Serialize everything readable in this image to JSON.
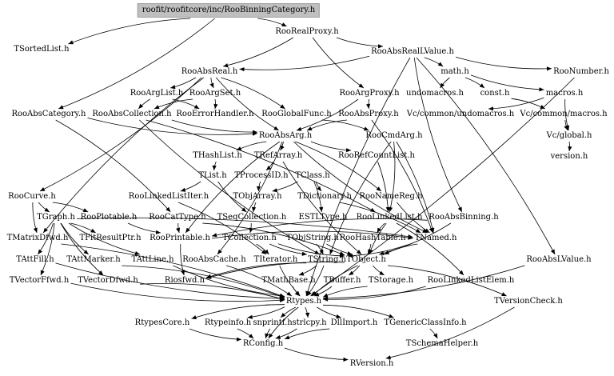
{
  "graph": {
    "root": "roofit/roofitcore/inc/RooBinningCategory.h",
    "nodes": [
      {
        "id": "root",
        "label": "roofit/roofitcore/inc/RooBinningCategory.h"
      },
      {
        "id": "RooRealProxy",
        "label": "RooRealProxy.h"
      },
      {
        "id": "TSortedList",
        "label": "TSortedList.h"
      },
      {
        "id": "RooAbsRealLValue",
        "label": "RooAbsRealLValue.h"
      },
      {
        "id": "RooAbsReal",
        "label": "RooAbsReal.h"
      },
      {
        "id": "RooNumber",
        "label": "RooNumber.h"
      },
      {
        "id": "math",
        "label": "math.h"
      },
      {
        "id": "RooArgList",
        "label": "RooArgList.h"
      },
      {
        "id": "RooArgSet",
        "label": "RooArgSet.h"
      },
      {
        "id": "RooArgProxy",
        "label": "RooArgProxy.h"
      },
      {
        "id": "undomacros",
        "label": "undomacros.h"
      },
      {
        "id": "const",
        "label": "const.h"
      },
      {
        "id": "macros",
        "label": "macros.h"
      },
      {
        "id": "RooAbsCategory",
        "label": "RooAbsCategory.h"
      },
      {
        "id": "RooAbsCollection",
        "label": "RooAbsCollection.h"
      },
      {
        "id": "RooErrorHandler",
        "label": "RooErrorHandler.h"
      },
      {
        "id": "RooGlobalFunc",
        "label": "RooGlobalFunc.h"
      },
      {
        "id": "RooAbsProxy",
        "label": "RooAbsProxy.h"
      },
      {
        "id": "VcUndomacros",
        "label": "Vc/common/undomacros.h"
      },
      {
        "id": "VcMacros",
        "label": "Vc/common/macros.h"
      },
      {
        "id": "RooAbsArg",
        "label": "RooAbsArg.h"
      },
      {
        "id": "RooCmdArg",
        "label": "RooCmdArg.h"
      },
      {
        "id": "VcGlobal",
        "label": "Vc/global.h"
      },
      {
        "id": "THashList",
        "label": "THashList.h"
      },
      {
        "id": "TRefArray",
        "label": "TRefArray.h"
      },
      {
        "id": "RooRefCountList",
        "label": "RooRefCountList.h"
      },
      {
        "id": "version",
        "label": "version.h"
      },
      {
        "id": "TList",
        "label": "TList.h"
      },
      {
        "id": "TProcessID",
        "label": "TProcessID.h"
      },
      {
        "id": "TClass",
        "label": "TClass.h"
      },
      {
        "id": "RooCurve",
        "label": "RooCurve.h"
      },
      {
        "id": "RooLinkedListIter",
        "label": "RooLinkedListIter.h"
      },
      {
        "id": "TObjArray",
        "label": "TObjArray.h"
      },
      {
        "id": "TDictionary",
        "label": "TDictionary.h"
      },
      {
        "id": "RooNameReg",
        "label": "RooNameReg.h"
      },
      {
        "id": "TGraph",
        "label": "TGraph.h"
      },
      {
        "id": "RooPlotable",
        "label": "RooPlotable.h"
      },
      {
        "id": "RooCatType",
        "label": "RooCatType.h"
      },
      {
        "id": "TSeqCollection",
        "label": "TSeqCollection.h"
      },
      {
        "id": "ESTLType",
        "label": "ESTLType.h"
      },
      {
        "id": "RooLinkedList",
        "label": "RooLinkedList.h"
      },
      {
        "id": "RooAbsBinning",
        "label": "RooAbsBinning.h"
      },
      {
        "id": "TMatrixDfwd",
        "label": "TMatrixDfwd.h"
      },
      {
        "id": "TFitResultPtr",
        "label": "TFitResultPtr.h"
      },
      {
        "id": "RooPrintable",
        "label": "RooPrintable.h"
      },
      {
        "id": "TCollection",
        "label": "TCollection.h"
      },
      {
        "id": "TObjString",
        "label": "TObjString.h"
      },
      {
        "id": "RooHashTable",
        "label": "RooHashTable.h"
      },
      {
        "id": "TNamed",
        "label": "TNamed.h"
      },
      {
        "id": "TAttFill",
        "label": "TAttFill.h"
      },
      {
        "id": "TAttMarker",
        "label": "TAttMarker.h"
      },
      {
        "id": "TAttLine",
        "label": "TAttLine.h"
      },
      {
        "id": "RooAbsCache",
        "label": "RooAbsCache.h"
      },
      {
        "id": "TIterator",
        "label": "TIterator.h"
      },
      {
        "id": "TString",
        "label": "TString.h"
      },
      {
        "id": "TObject",
        "label": "TObject.h"
      },
      {
        "id": "RooAbsLValue",
        "label": "RooAbsLValue.h"
      },
      {
        "id": "TVectorFfwd",
        "label": "TVectorFfwd.h"
      },
      {
        "id": "TVectorDfwd",
        "label": "TVectorDfwd.h"
      },
      {
        "id": "Riosfwd",
        "label": "Riosfwd.h"
      },
      {
        "id": "TMathBase",
        "label": "TMathBase.h"
      },
      {
        "id": "TBuffer",
        "label": "TBuffer.h"
      },
      {
        "id": "TStorage",
        "label": "TStorage.h"
      },
      {
        "id": "RooLinkedListElem",
        "label": "RooLinkedListElem.h"
      },
      {
        "id": "Rtypes",
        "label": "Rtypes.h"
      },
      {
        "id": "TVersionCheck",
        "label": "TVersionCheck.h"
      },
      {
        "id": "RtypesCore",
        "label": "RtypesCore.h"
      },
      {
        "id": "Rtypeinfo",
        "label": "Rtypeinfo.h"
      },
      {
        "id": "snprintf",
        "label": "snprintf.h"
      },
      {
        "id": "strlcpy",
        "label": "strlcpy.h"
      },
      {
        "id": "DllImport",
        "label": "DllImport.h"
      },
      {
        "id": "TGenericClassInfo",
        "label": "TGenericClassInfo.h"
      },
      {
        "id": "RConfig",
        "label": "RConfig.h"
      },
      {
        "id": "TSchemaHelper",
        "label": "TSchemaHelper.h"
      },
      {
        "id": "RVersion",
        "label": "RVersion.h"
      }
    ],
    "edges": [
      [
        "root",
        "RooRealProxy"
      ],
      [
        "root",
        "TSortedList"
      ],
      [
        "root",
        "RooAbsCategory"
      ],
      [
        "RooRealProxy",
        "RooAbsRealLValue"
      ],
      [
        "RooRealProxy",
        "RooAbsReal"
      ],
      [
        "RooRealProxy",
        "RooArgProxy"
      ],
      [
        "RooAbsRealLValue",
        "RooAbsReal"
      ],
      [
        "RooAbsRealLValue",
        "RooNumber"
      ],
      [
        "RooAbsRealLValue",
        "math"
      ],
      [
        "RooAbsRealLValue",
        "RooAbsBinning"
      ],
      [
        "RooAbsRealLValue",
        "RooAbsLValue"
      ],
      [
        "RooAbsRealLValue",
        "Rtypes"
      ],
      [
        "RooAbsReal",
        "RooArgList"
      ],
      [
        "RooAbsReal",
        "RooArgSet"
      ],
      [
        "RooAbsReal",
        "RooGlobalFunc"
      ],
      [
        "RooAbsReal",
        "RooAbsArg"
      ],
      [
        "RooAbsReal",
        "RooCurve"
      ],
      [
        "RooAbsReal",
        "TMatrixDfwd"
      ],
      [
        "RooNumber",
        "Rtypes"
      ],
      [
        "math",
        "undomacros"
      ],
      [
        "math",
        "const"
      ],
      [
        "math",
        "macros"
      ],
      [
        "const",
        "VcMacros"
      ],
      [
        "macros",
        "VcGlobal"
      ],
      [
        "macros",
        "VcUndomacros"
      ],
      [
        "VcMacros",
        "VcGlobal"
      ],
      [
        "VcGlobal",
        "version"
      ],
      [
        "RooArgList",
        "RooAbsCollection"
      ],
      [
        "RooArgList",
        "RooErrorHandler"
      ],
      [
        "RooArgSet",
        "RooAbsCollection"
      ],
      [
        "RooArgSet",
        "RooErrorHandler"
      ],
      [
        "RooArgProxy",
        "RooAbsProxy"
      ],
      [
        "RooArgProxy",
        "RooAbsArg"
      ],
      [
        "RooAbsCategory",
        "RooAbsArg"
      ],
      [
        "RooAbsCategory",
        "RooCatType"
      ],
      [
        "RooAbsCollection",
        "RooAbsArg"
      ],
      [
        "RooAbsCollection",
        "RooLinkedList"
      ],
      [
        "RooAbsCollection",
        "TString"
      ],
      [
        "RooGlobalFunc",
        "RooCmdArg"
      ],
      [
        "RooAbsProxy",
        "RooAbsArg"
      ],
      [
        "RooAbsProxy",
        "TNamed"
      ],
      [
        "RooAbsArg",
        "THashList"
      ],
      [
        "RooAbsArg",
        "TRefArray"
      ],
      [
        "RooAbsArg",
        "RooRefCountList"
      ],
      [
        "RooAbsArg",
        "RooNameReg"
      ],
      [
        "RooAbsArg",
        "RooPrintable"
      ],
      [
        "RooAbsArg",
        "RooAbsCache"
      ],
      [
        "RooAbsArg",
        "TNamed"
      ],
      [
        "RooCmdArg",
        "TNamed"
      ],
      [
        "RooCmdArg",
        "TString"
      ],
      [
        "RooCmdArg",
        "RooLinkedList"
      ],
      [
        "THashList",
        "TList"
      ],
      [
        "TRefArray",
        "TProcessID"
      ],
      [
        "TRefArray",
        "TObject"
      ],
      [
        "RooRefCountList",
        "RooLinkedList"
      ],
      [
        "TList",
        "TSeqCollection"
      ],
      [
        "TList",
        "RooLinkedListIter"
      ],
      [
        "TProcessID",
        "TObjArray"
      ],
      [
        "TClass",
        "TObjArray"
      ],
      [
        "TClass",
        "TDictionary"
      ],
      [
        "TClass",
        "ESTLType"
      ],
      [
        "RooCurve",
        "TGraph"
      ],
      [
        "RooCurve",
        "RooPlotable"
      ],
      [
        "RooCurve",
        "TMatrixDfwd"
      ],
      [
        "RooLinkedListIter",
        "TIterator"
      ],
      [
        "TObjArray",
        "TSeqCollection"
      ],
      [
        "TDictionary",
        "TNamed"
      ],
      [
        "RooNameReg",
        "TNamed"
      ],
      [
        "TGraph",
        "TNamed"
      ],
      [
        "TGraph",
        "TAttLine"
      ],
      [
        "TGraph",
        "TAttFill"
      ],
      [
        "TGraph",
        "TAttMarker"
      ],
      [
        "TGraph",
        "TVectorFfwd"
      ],
      [
        "TGraph",
        "TVectorDfwd"
      ],
      [
        "TGraph",
        "TFitResultPtr"
      ],
      [
        "RooPlotable",
        "RooPrintable"
      ],
      [
        "RooCatType",
        "TObject"
      ],
      [
        "RooCatType",
        "RooPrintable"
      ],
      [
        "TSeqCollection",
        "TCollection"
      ],
      [
        "RooLinkedList",
        "TObject"
      ],
      [
        "RooLinkedList",
        "RooLinkedListElem"
      ],
      [
        "RooLinkedList",
        "RooHashTable"
      ],
      [
        "RooAbsBinning",
        "TObject"
      ],
      [
        "RooAbsBinning",
        "RooPrintable"
      ],
      [
        "TMatrixDfwd",
        "Rtypes"
      ],
      [
        "RooPrintable",
        "Riosfwd"
      ],
      [
        "RooPrintable",
        "TNamed"
      ],
      [
        "TCollection",
        "TObject"
      ],
      [
        "TCollection",
        "TIterator"
      ],
      [
        "TCollection",
        "TString"
      ],
      [
        "TObjString",
        "TString"
      ],
      [
        "TObjString",
        "TObject"
      ],
      [
        "RooHashTable",
        "TObject"
      ],
      [
        "TNamed",
        "TObject"
      ],
      [
        "TNamed",
        "TString"
      ],
      [
        "TAttFill",
        "Rtypes"
      ],
      [
        "TAttMarker",
        "Rtypes"
      ],
      [
        "TAttLine",
        "Rtypes"
      ],
      [
        "RooAbsCache",
        "Rtypes"
      ],
      [
        "TIterator",
        "Rtypes"
      ],
      [
        "TString",
        "TMathBase"
      ],
      [
        "TString",
        "Riosfwd"
      ],
      [
        "TString",
        "Rtypes"
      ],
      [
        "TObject",
        "Riosfwd"
      ],
      [
        "TObject",
        "TBuffer"
      ],
      [
        "TObject",
        "TStorage"
      ],
      [
        "TObject",
        "TVersionCheck"
      ],
      [
        "TObject",
        "Rtypes"
      ],
      [
        "RooAbsLValue",
        "Rtypes"
      ],
      [
        "TVectorFfwd",
        "Rtypes"
      ],
      [
        "TVectorDfwd",
        "Rtypes"
      ],
      [
        "TMathBase",
        "Rtypes"
      ],
      [
        "TBuffer",
        "Rtypes"
      ],
      [
        "TStorage",
        "Rtypes"
      ],
      [
        "RooLinkedListElem",
        "Rtypes"
      ],
      [
        "Rtypes",
        "RtypesCore"
      ],
      [
        "Rtypes",
        "Rtypeinfo"
      ],
      [
        "Rtypes",
        "snprintf"
      ],
      [
        "Rtypes",
        "strlcpy"
      ],
      [
        "Rtypes",
        "DllImport"
      ],
      [
        "Rtypes",
        "TGenericClassInfo"
      ],
      [
        "Rtypes",
        "RConfig"
      ],
      [
        "TVersionCheck",
        "RVersion"
      ],
      [
        "RtypesCore",
        "RConfig"
      ],
      [
        "Rtypeinfo",
        "RConfig"
      ],
      [
        "snprintf",
        "RConfig"
      ],
      [
        "strlcpy",
        "RConfig"
      ],
      [
        "DllImport",
        "RConfig"
      ],
      [
        "TGenericClassInfo",
        "TSchemaHelper"
      ],
      [
        "RConfig",
        "RVersion"
      ]
    ]
  }
}
